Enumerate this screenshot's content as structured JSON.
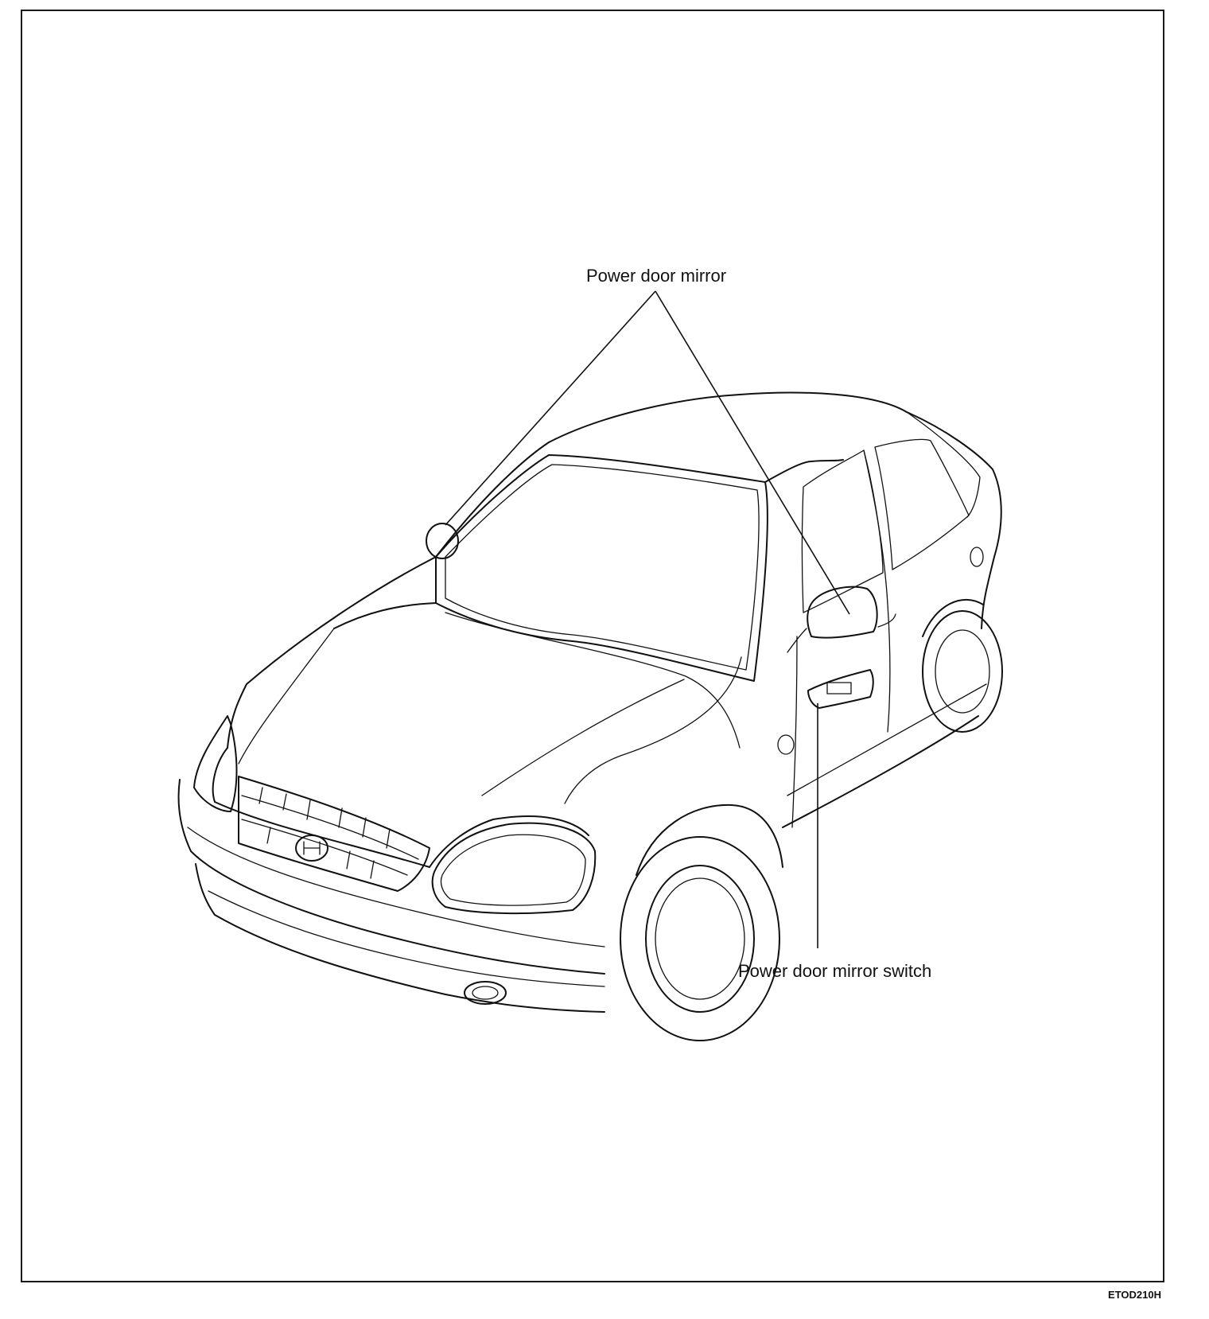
{
  "callouts": {
    "power_door_mirror": "Power door mirror",
    "power_door_mirror_switch": "Power door mirror switch"
  },
  "figure_id": "ETOD210H",
  "colors": {
    "line": "#111111",
    "background": "#ffffff"
  }
}
